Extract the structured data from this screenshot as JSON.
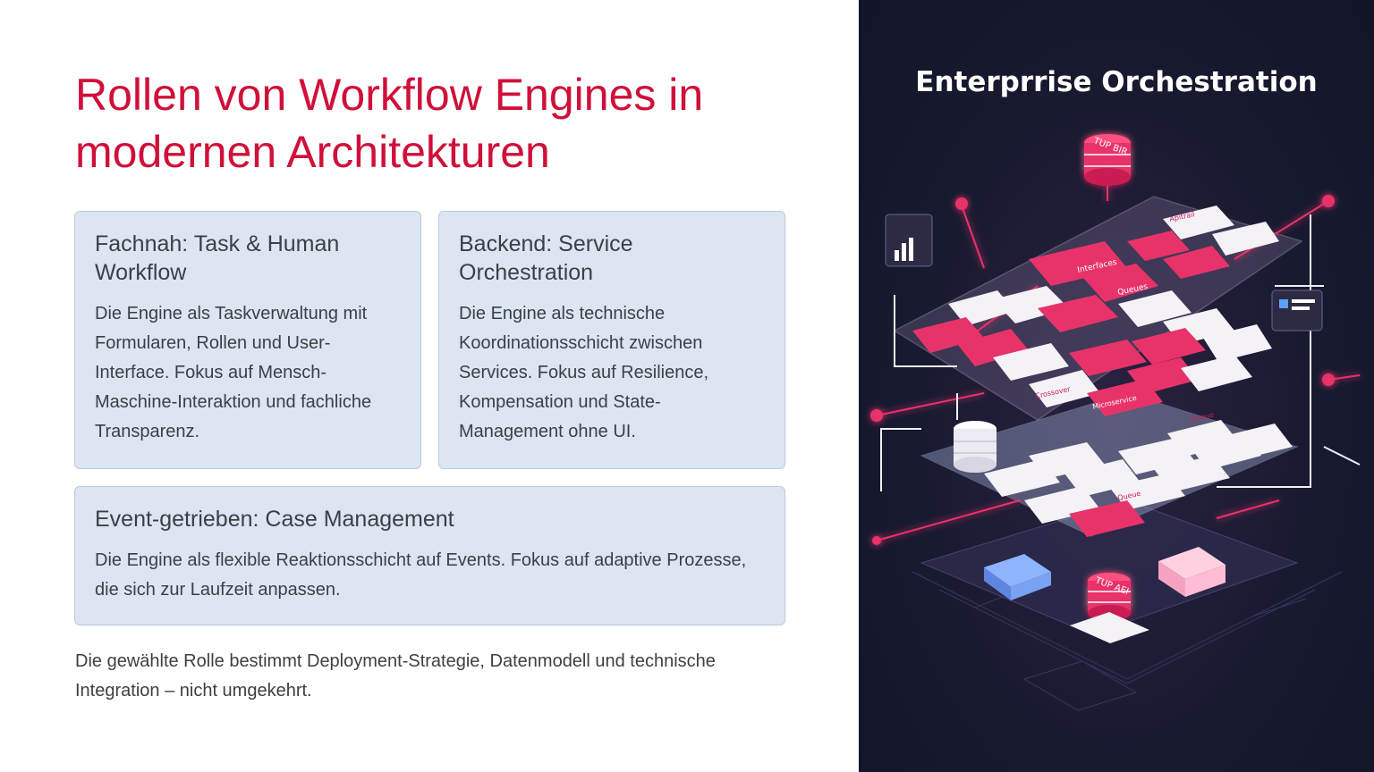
{
  "slide": {
    "title": "Rollen von Workflow Engines in modernen Architekturen",
    "cards": [
      {
        "heading": "Fachnah: Task & Human Workflow",
        "body": "Die Engine als Taskverwaltung mit Formularen, Rollen und User-Interface. Fokus auf Mensch-Maschine-Interaktion und fachliche Transparenz."
      },
      {
        "heading": "Backend: Service Orchestration",
        "body": "Die Engine als technische Koordinationsschicht zwischen Services. Fokus auf Resilience, Kompensation und State-Management ohne UI."
      },
      {
        "heading": "Event-getrieben: Case Management",
        "body": "Die Engine als flexible Reaktionsschicht auf Events. Fokus auf adaptive Prozesse, die sich zur Laufzeit anpassen."
      }
    ],
    "footnote": "Die gewählte Rolle bestimmt Deployment-Strategie, Datenmodell und technische Integration – nicht umgekehrt."
  },
  "illustration": {
    "title": "Enterprrise Orchestration",
    "labels": {
      "top_db": "TUP BIR",
      "bottom_db": "TUP AEI",
      "interfaces": "Interfaces",
      "queues": "Queues",
      "crossover": "Crossover",
      "microservice": "Microservice",
      "queue1": "Queue",
      "queue2": "Queue",
      "apitrail": "Apitrail"
    },
    "colors": {
      "background": "#181a30",
      "accent": "#e8336a",
      "tile_light": "#f4f2f6"
    },
    "icons": [
      "database-icon",
      "chart-icon",
      "gear-icon",
      "shield-icon",
      "document-icon",
      "cube-icon"
    ]
  }
}
